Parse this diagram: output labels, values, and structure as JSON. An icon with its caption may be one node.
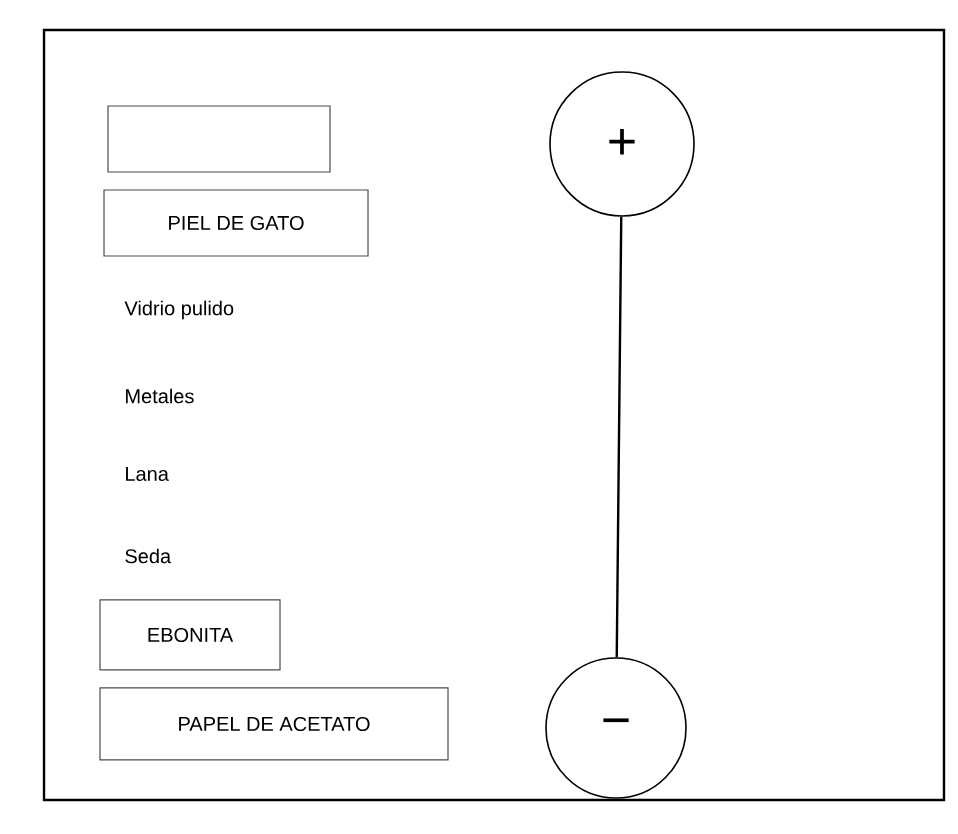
{
  "diagram": {
    "nodes": [
      {
        "text": [],
        "shape": "box"
      },
      {
        "text": [
          "PIEL DE GATO"
        ]
      },
      {
        "text": [
          "EBONITA"
        ]
      },
      {
        "text": [
          "PAPEL DE ACETATO"
        ]
      },
      {
        "text": [
          "+"
        ]
      },
      {
        "text": [
          "−"
        ]
      }
    ],
    "edges": [
      {
        "from": 4,
        "to": 5,
        "arrow": "none"
      }
    ],
    "labels": [
      "Vidrio pulido",
      "Metales",
      "Lana",
      "Seda"
    ]
  }
}
